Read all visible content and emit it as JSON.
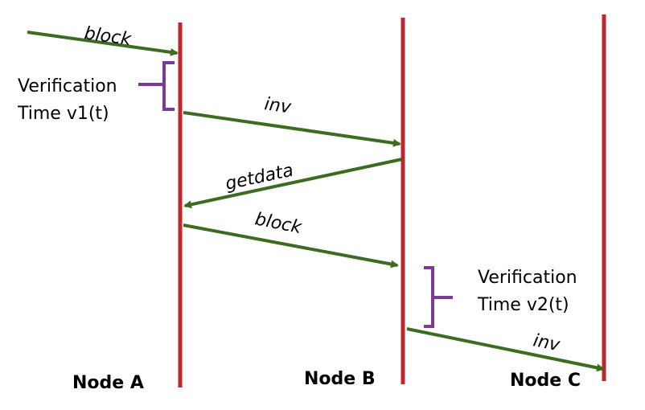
{
  "colors": {
    "lifeline": "#c0272d",
    "arrow": "#3d6b1f",
    "bracket": "#7a3a96"
  },
  "nodes": [
    {
      "id": "a",
      "label": "Node A"
    },
    {
      "id": "b",
      "label": "Node B"
    },
    {
      "id": "c",
      "label": "Node C"
    }
  ],
  "messages": [
    {
      "id": "block-in",
      "label": "block"
    },
    {
      "id": "inv-ab",
      "label": "inv"
    },
    {
      "id": "getdata-ba",
      "label": "getdata"
    },
    {
      "id": "block-ab",
      "label": "block"
    },
    {
      "id": "inv-bc",
      "label": "inv"
    }
  ],
  "verifications": [
    {
      "id": "v1",
      "line1": "Verification",
      "line2": "Time v1(t)"
    },
    {
      "id": "v2",
      "line1": "Verification",
      "line2": "Time v2(t)"
    }
  ]
}
